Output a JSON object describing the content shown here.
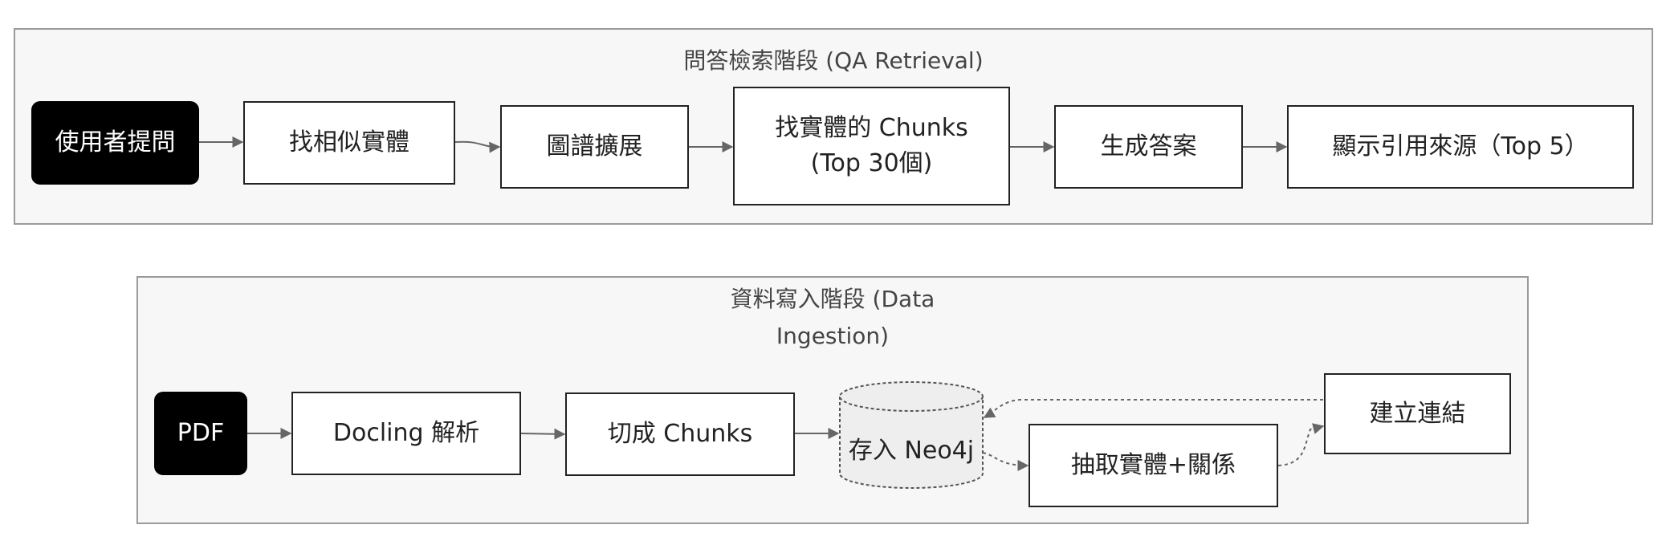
{
  "clusters": {
    "qa": {
      "title": "問答檢索階段 (QA Retrieval)"
    },
    "ingest": {
      "title": "資料寫入階段 (Data\nIngestion)"
    }
  },
  "qa_nodes": {
    "user_question": "使用者提問",
    "find_similar": "找相似實體",
    "graph_expand": "圖譜擴展",
    "find_chunks": "找實體的 Chunks\n(Top 30個)",
    "generate": "生成答案",
    "show_sources": "顯示引用來源（Top 5）"
  },
  "ingest_nodes": {
    "pdf": "PDF",
    "docling": "Docling 解析",
    "split": "切成 Chunks",
    "store": "存入 Neo4j",
    "extract": "抽取實體+關係",
    "link": "建立連結"
  },
  "colors": {
    "cluster_fill": "#f7f7f7",
    "cluster_border": "#9a9a9a",
    "node_border": "#222222",
    "dark_node": "#000000",
    "edge": "#666666",
    "cylinder_fill": "#eeeeee"
  }
}
